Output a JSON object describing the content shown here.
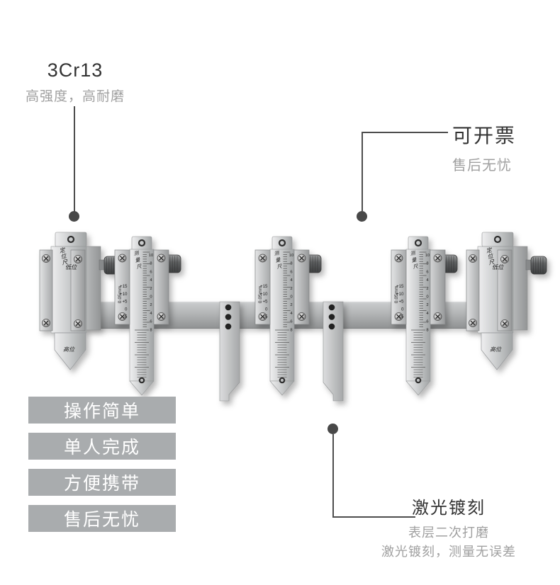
{
  "callouts": {
    "material": {
      "title": "3Cr13",
      "subtitle": "高强度，高耐磨"
    },
    "invoice": {
      "title": "可开票",
      "subtitle": "售后无忧"
    },
    "laser": {
      "title": "激光镀刻",
      "line1": "表层二次打磨",
      "line2": "激光镀刻，测量无误差"
    }
  },
  "features": [
    "操作简单",
    "单人完成",
    "方便携带",
    "售后无忧"
  ],
  "product": {
    "units": [
      "locator",
      "vernier",
      "vernier",
      "vernier",
      "locator"
    ],
    "locator": {
      "name": "定位尺",
      "upper_label": "低位",
      "lower_label": "高位"
    },
    "vernier": {
      "name": "测量尺",
      "precision": "0.05mm",
      "vernier_scale": [
        "+15",
        "+10",
        "+5",
        "0",
        "-5"
      ],
      "main_scale": [
        "10",
        "8",
        "6",
        "4",
        "2",
        "0",
        "2",
        "4",
        "6",
        "8"
      ]
    }
  },
  "colors": {
    "text_dark": "#333333",
    "text_gray": "#a0a0a0",
    "leader": "#4d4d4d",
    "button_bg": "#a9acae",
    "button_text": "#ffffff"
  }
}
